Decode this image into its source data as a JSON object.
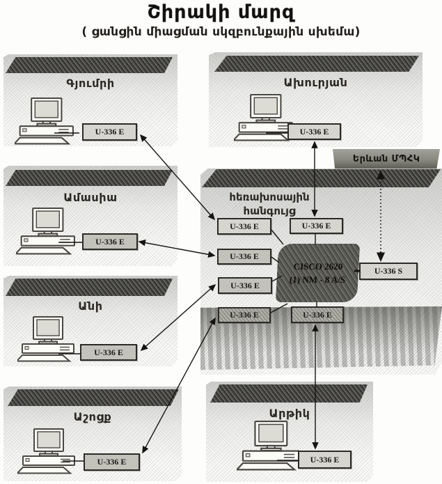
{
  "title": "Շիրակի մարզ",
  "subtitle": "( ցանցին միացման սկզբունքային սխեմա)",
  "regions": {
    "gyumri": {
      "label": "Գյումրի",
      "modem": "U-336 E"
    },
    "amasia": {
      "label": "Ամասիա",
      "modem": "U-336 E"
    },
    "ani": {
      "label": "Անի",
      "modem": "U-336 E"
    },
    "ashotsk": {
      "label": "Աշոցք",
      "modem": "U-336 E"
    },
    "akhuryan": {
      "label": "Ախուրյան",
      "modem": "U-336 E"
    },
    "artik": {
      "label": "Արթիկ",
      "modem": "U-336 E"
    }
  },
  "hub": {
    "yerevan_label": "Երևան ՄՊՀԿ",
    "node_label_line1": "հեռախոսային",
    "node_label_line2": "հանգույց",
    "router": {
      "line1": "CISCO 2620",
      "line2": "(1) NM - 8 A/S"
    },
    "modem_stack": [
      "U-336 E",
      "U-336 E",
      "U-336 E",
      "U-336 E"
    ],
    "modem_top": "U-336 E",
    "modem_bottom": "U-336 E",
    "modem_serial": "U-336 S"
  },
  "colors": {
    "ink": "#1f1d1a",
    "band_dark": "#62615d",
    "box_fill": "#dddcd5",
    "router_fill": "#73726c"
  }
}
